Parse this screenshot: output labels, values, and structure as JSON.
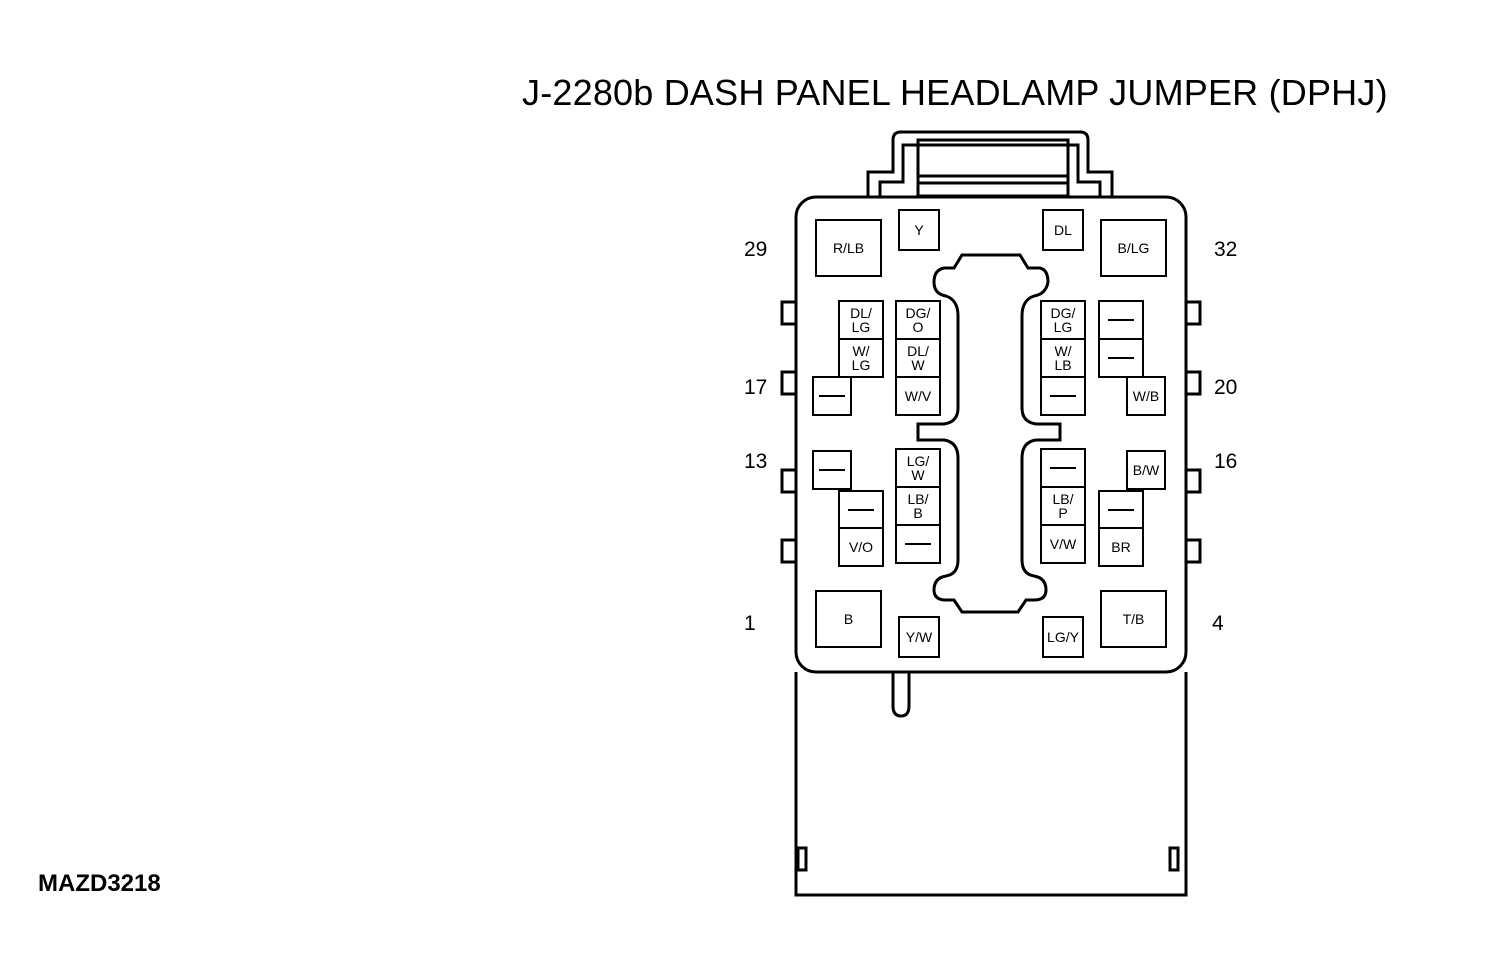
{
  "title": "J-2280b DASH PANEL HEADLAMP JUMPER (DPHJ)",
  "diagram_code": "MAZD3218",
  "pin_numbers": {
    "p29": "29",
    "p32": "32",
    "p17": "17",
    "p20": "20",
    "p13": "13",
    "p16": "16",
    "p1": "1",
    "p4": "4"
  },
  "cavities": {
    "rlb": "R/LB",
    "y": "Y",
    "dl": "DL",
    "blg": "B/LG",
    "dl_lg": "DL/ LG",
    "dg_o": "DG/ O",
    "dg_lg": "DG/ LG",
    "w_lg": "W/ LG",
    "dl_w": "DL/ W",
    "w_lb": "W/ LB",
    "wv": "W/V",
    "wb": "W/B",
    "lg_w": "LG/ W",
    "bw": "B/W",
    "lb_b": "LB/ B",
    "lb_p": "LB/ P",
    "vo": "V/O",
    "vw": "V/W",
    "br": "BR",
    "b": "B",
    "yw": "Y/W",
    "lgy": "LG/Y",
    "tb": "T/B"
  }
}
